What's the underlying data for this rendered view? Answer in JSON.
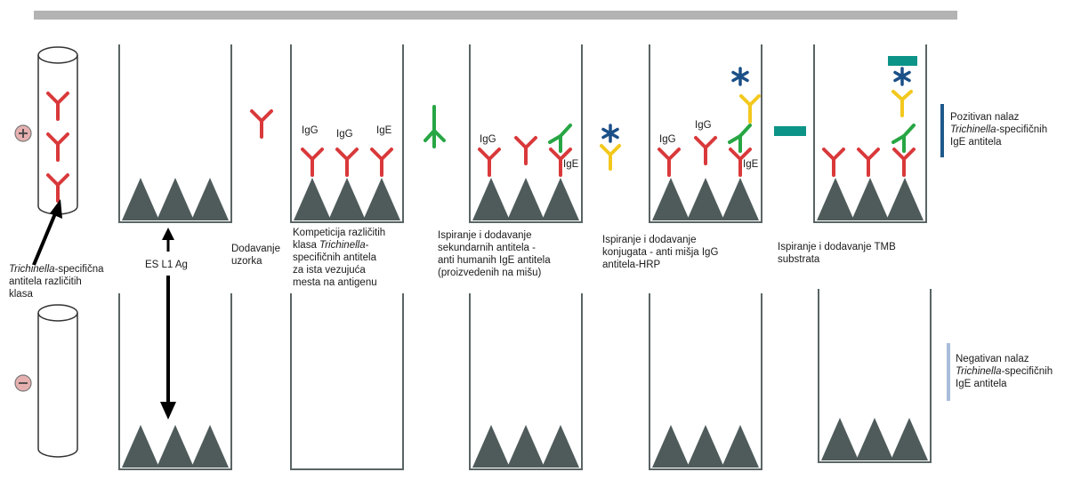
{
  "colors": {
    "top_bar": "#b3b3b3",
    "igg_antibody": "#d9393b",
    "secondary_antibody": "#27a644",
    "conjugate": "#f3c81e",
    "hrp_star": "#1b4f87",
    "tmb_substrate": "#0d9488",
    "antigen_triangle": "#4f5b5b",
    "positive_bar": "#1f5a8a",
    "negative_bar": "#a9bddb",
    "plus_circle": "#e7b0b0"
  },
  "icons": {
    "plus": "plus-sign-icon",
    "minus": "minus-sign-icon",
    "hrp": "asterisk-star-icon"
  },
  "labels": {
    "tube": {
      "italic": "Trichinella",
      "line1_rest": "-specifična",
      "line2": "antitela različitih",
      "line3": "klasa"
    },
    "antigen": "ES L1 Ag",
    "sample": {
      "line1": "Dodavanje",
      "line2": "uzorka"
    },
    "competition": {
      "line1": "Kompeticija različitih",
      "line2_pre": "klasa ",
      "line2_italic": "Trichinella",
      "line2_post": "-",
      "line3": "specifičnih antitela",
      "line4": "za ista vezujuća",
      "line5": "mesta na antigenu"
    },
    "secondary": {
      "line1": "Ispiranje i dodavanje",
      "line2": "sekundarnih antitela -",
      "line3": "anti humanih IgE antitela",
      "line4": "(proizvedenih na mišu)"
    },
    "conjugate": {
      "line1": "Ispiranje i dodavanje",
      "line2": "konjugata - anti mišja IgG",
      "line3": "antitela-HRP"
    },
    "tmb": {
      "line1": "Ispiranje i dodavanje TMB",
      "line2": "substrata"
    },
    "positive": {
      "line1": "Pozitivan nalaz",
      "line2_italic": "Trichinella",
      "line2_rest": "-specifičnih",
      "line3": "IgE antitela"
    },
    "negative": {
      "line1": "Negativan nalaz",
      "line2_italic": "Trichinella",
      "line2_rest": "-specifičnih",
      "line3": "IgE antitela"
    },
    "well2": [
      "IgG",
      "IgG",
      "IgE"
    ],
    "well3": [
      "IgG",
      "IgE"
    ],
    "well4": [
      "IgG",
      "IgG",
      "IgE"
    ]
  }
}
